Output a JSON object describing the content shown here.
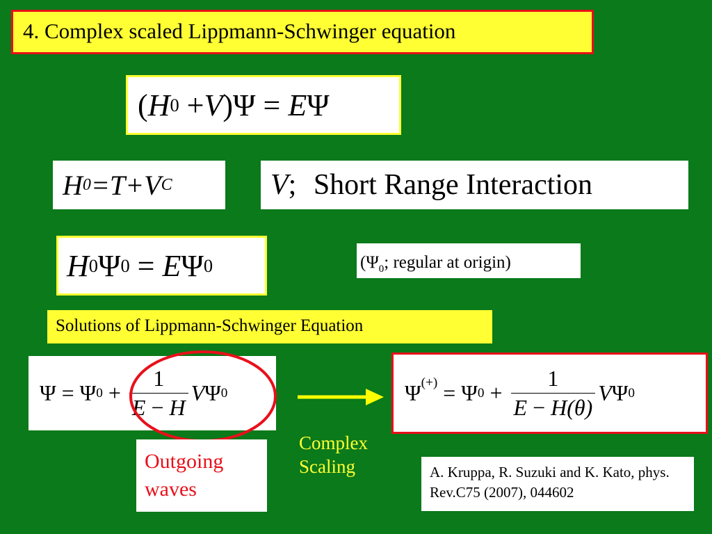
{
  "title": "4. Complex scaled Lippmann-Schwinger equation",
  "eq_main": {
    "lparen": "(",
    "H": "H",
    "sub0": "0",
    "plus": " +",
    "V": "V",
    "rparen": ")",
    "Psi": "Ψ",
    "eq": " = ",
    "E": "E",
    "Psi2": "Ψ"
  },
  "eq_h0": {
    "H": "H",
    "sub0": "0",
    "rest": "=T+V",
    "subC": "C"
  },
  "eq_v": {
    "V": "V",
    "sep": "; ",
    "text": "Short Range Interaction"
  },
  "eq_free": {
    "H": "H",
    "sub0": "0",
    "Psi": "Ψ",
    "sub0b": "0",
    "eq": " = ",
    "E": "E",
    "Psi2": "Ψ",
    "sub0c": "0"
  },
  "note_regular": {
    "open": "(",
    "Psi": "Ψ",
    "sub0": "0",
    "text": "; regular at origin",
    "close": ")"
  },
  "solutions_label": "Solutions of Lippmann-Schwinger Equation",
  "eq_ls": {
    "Psi": "Ψ",
    "eq": " = ",
    "Psi0": "Ψ",
    "sub0": "0",
    "plus": " + ",
    "num": "1",
    "den_E": "E",
    "den_minus": " − ",
    "den_H": "H",
    "V": "V",
    "Psi3": "Ψ",
    "sub0b": "0"
  },
  "eq_cs": {
    "Psi": "Ψ",
    "sup": "(+)",
    "eq": " = ",
    "Psi0": "Ψ",
    "sub0": "0",
    "plus": " + ",
    "num": "1",
    "den_E": "E",
    "den_minus": " − ",
    "den_H": "H",
    "den_theta": "(θ)",
    "V": "V",
    "Psi3": "Ψ",
    "sub0b": "0"
  },
  "complex_scaling_label": "Complex\nScaling",
  "outgoing_label": "Outgoing\nwaves",
  "reference": "A. Kruppa, R. Suzuki and K. Kato, phys. Rev.C75 (2007), 044602",
  "colors": {
    "background": "#0a7a1a",
    "title_box": "#ffff33",
    "frame_red": "#e8101a",
    "frame_yellow": "#ffff33",
    "arrow": "#ffff00",
    "outgoing_text": "#e8101a",
    "complex_scaling_text": "#ffff33"
  }
}
